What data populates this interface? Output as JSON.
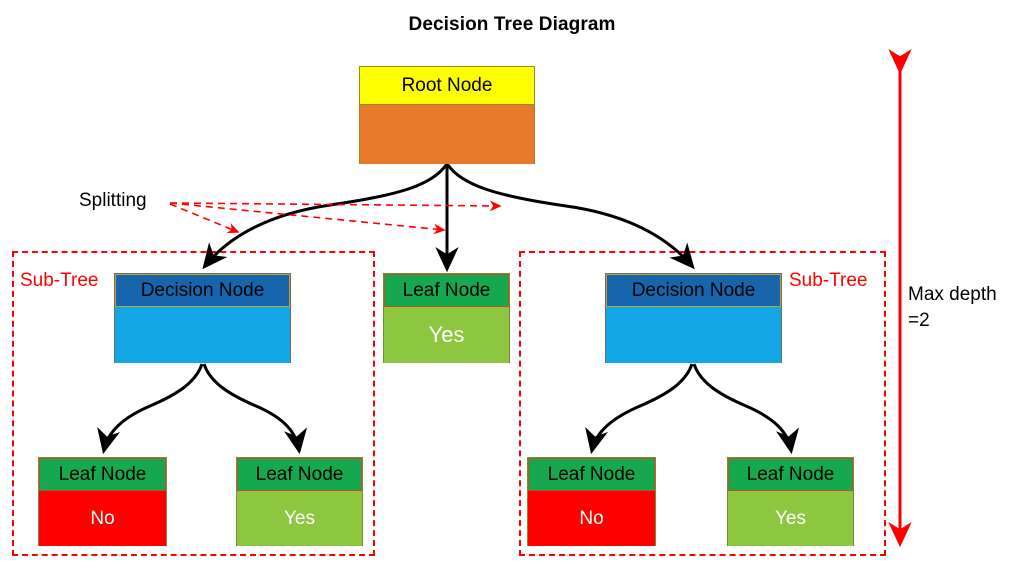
{
  "title": "Decision Tree Diagram",
  "labels": {
    "splitting": "Splitting",
    "subtree_left": "Sub-Tree",
    "subtree_right": "Sub-Tree",
    "max_depth_line1": "Max depth",
    "max_depth_line2": "=2"
  },
  "nodes": {
    "root": {
      "header": "Root Node",
      "value": ""
    },
    "dec_left": {
      "header": "Decision Node",
      "value": ""
    },
    "dec_right": {
      "header": "Decision Node",
      "value": ""
    },
    "leaf_mid": {
      "header": "Leaf Node",
      "value": "Yes"
    },
    "leaf_l1": {
      "header": "Leaf Node",
      "value": "No"
    },
    "leaf_l2": {
      "header": "Leaf Node",
      "value": "Yes"
    },
    "leaf_r1": {
      "header": "Leaf Node",
      "value": "No"
    },
    "leaf_r2": {
      "header": "Leaf Node",
      "value": "Yes"
    }
  },
  "colors": {
    "root_header": "#ffff00",
    "root_body": "#e8792a",
    "decision_header": "#1665ad",
    "decision_body": "#14a7e8",
    "leaf_header": "#16a84e",
    "leaf_yes": "#8dc63f",
    "leaf_no": "#ff0000",
    "annotation": "#ff0000",
    "connector": "#000000"
  }
}
